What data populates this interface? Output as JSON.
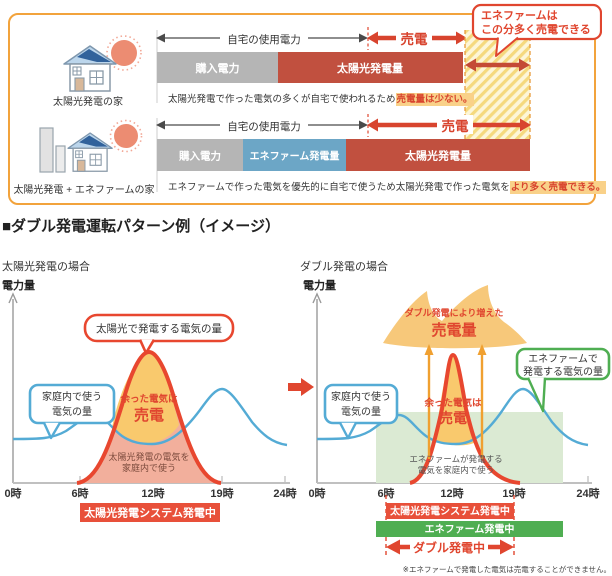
{
  "colors": {
    "panel_border": "#F2A33C",
    "accent_red": "#E0462F",
    "bar_gray": "#B5B5B5",
    "bar_red": "#C1503F",
    "bar_blue": "#6CA6C6",
    "blue_line": "#54ABD5",
    "green": "#4FAE52",
    "green_area": "#DBEAD3",
    "mountain_yellow": "#F9C96D",
    "mountain_pink": "#F2AF9C",
    "cloud_orange": "#F7C87A",
    "highlight_bg": "#F9D189",
    "status_bar_red": "#E8503A"
  },
  "top_panel": {
    "callout": {
      "line1": "エネファームは",
      "line2": "この分多く売電できる"
    },
    "rows": [
      {
        "house_label": "太陽光発電の家",
        "usage_label": "自宅の使用電力",
        "sell_label": "売電",
        "bars": [
          {
            "label": "購入電力"
          },
          {
            "label": "太陽光発電量"
          }
        ],
        "desc": "太陽光発電で作った電気の多くが自宅で使われるため",
        "desc_highlight": "売電量は少ない。"
      },
      {
        "house_label": "太陽光発電 + エネファームの家",
        "usage_label": "自宅の使用電力",
        "sell_label": "売電",
        "bars": [
          {
            "label": "購入電力"
          },
          {
            "label": "エネファーム発電量"
          },
          {
            "label": "太陽光発電量"
          }
        ],
        "desc": "エネファームで作った電気を優先的に自宅で使うため太陽光発電で作った電気を",
        "desc_highlight": "より多く売電できる。"
      }
    ]
  },
  "section": {
    "heading": "■ダブル発電運転パターン例（イメージ）"
  },
  "left_chart": {
    "subtitle": "太陽光発電の場合",
    "ylabel": "電力量",
    "ticks": [
      "0時",
      "6時",
      "12時",
      "19時",
      "24時"
    ],
    "callout_solar": "太陽光で発電する電気の量",
    "callout_home_1": "家庭内で使う",
    "callout_home_2": "電気の量",
    "surplus_1": "余った電気は",
    "surplus_2": "売電",
    "self_use_1": "太陽光発電の電気を",
    "self_use_2": "家庭内で使う",
    "bar_solar": "太陽光発電システム発電中"
  },
  "right_chart": {
    "subtitle": "ダブル発電の場合",
    "ylabel": "電力量",
    "ticks": [
      "0時",
      "6時",
      "12時",
      "19時",
      "24時"
    ],
    "cloud_1": "ダブル発電により増えた",
    "cloud_2": "売電量",
    "callout_home_1": "家庭内で使う",
    "callout_home_2": "電気の量",
    "callout_enefarm_1": "エネファームで",
    "callout_enefarm_2": "発電する電気の量",
    "surplus_1": "余った電気は",
    "surplus_2": "売電",
    "self_use_1": "エネファームが発電する",
    "self_use_2": "電気を家庭内で使う",
    "bar_solar": "太陽光発電システム発電中",
    "bar_enefarm": "エネファーム発電中",
    "double_label": "ダブル発電中",
    "footnote": "※エネファームで発電した電気は売電することができません。"
  },
  "chart_data": [
    {
      "type": "area",
      "title": "太陽光発電の場合",
      "ylabel": "電力量",
      "x_ticks": [
        "0時",
        "6時",
        "12時",
        "19時",
        "24時"
      ],
      "x_range_hours": [
        0,
        24
      ],
      "grid": false,
      "series": [
        {
          "name": "家庭内で使う電気の量",
          "type": "line",
          "color": "#54ABD5",
          "x": [
            0,
            3,
            6,
            8,
            9.5,
            11,
            13,
            15,
            17,
            18.5,
            20,
            22,
            24
          ],
          "y": [
            24,
            24,
            28,
            38,
            30,
            23,
            21,
            26,
            38,
            52,
            44,
            30,
            21
          ]
        },
        {
          "name": "太陽光で発電する電気の量（余った電気は売電）",
          "type": "area",
          "color": "#E8472F",
          "x": [
            5.7,
            7,
            9,
            10.5,
            12,
            13.5,
            15,
            17,
            18.5
          ],
          "y": [
            0,
            8,
            42,
            68,
            73,
            68,
            42,
            8,
            0
          ]
        }
      ],
      "annotations": [
        "余った電気は売電",
        "太陽光発電の電気を家庭内で使う"
      ],
      "status_bars": [
        {
          "label": "太陽光発電システム発電中",
          "from_hour": 6,
          "to_hour": 19,
          "color": "#E8503A"
        }
      ]
    },
    {
      "type": "area",
      "title": "ダブル発電の場合",
      "ylabel": "電力量",
      "x_ticks": [
        "0時",
        "6時",
        "12時",
        "19時",
        "24時"
      ],
      "x_range_hours": [
        0,
        24
      ],
      "grid": false,
      "series": [
        {
          "name": "家庭内で使う電気の量",
          "type": "line",
          "color": "#54ABD5",
          "x": [
            0,
            3,
            6,
            8,
            9.5,
            11,
            13,
            15,
            17,
            18.5,
            20,
            22,
            24
          ],
          "y": [
            24,
            24,
            28,
            38,
            30,
            23,
            21,
            26,
            38,
            52,
            44,
            30,
            21
          ]
        },
        {
          "name": "太陽光で発電する電気の量（余った電気は売電）",
          "type": "area",
          "color": "#E8472F",
          "x": [
            8,
            9,
            10.5,
            11.5,
            12,
            12.5,
            13.5,
            15,
            16.5
          ],
          "y": [
            0,
            20,
            55,
            70,
            73,
            70,
            55,
            20,
            0
          ]
        },
        {
          "name": "エネファームで発電する電気の量",
          "type": "area",
          "color": "#DBEAD3",
          "x": [
            5.2,
            21.6
          ],
          "y": [
            25,
            25
          ]
        }
      ],
      "annotations": [
        "ダブル発電により増えた売電量",
        "余った電気は売電",
        "エネファームが発電する電気を家庭内で使う"
      ],
      "status_bars": [
        {
          "label": "太陽光発電システム発電中",
          "from_hour": 6,
          "to_hour": 19,
          "color": "#E8503A"
        },
        {
          "label": "エネファーム発電中",
          "from_hour": 5.2,
          "to_hour": 21.6,
          "color": "#4FAE52"
        },
        {
          "label": "ダブル発電中",
          "from_hour": 6,
          "to_hour": 19,
          "color": "#E0462F"
        }
      ],
      "footnote": "※エネファームで発電した電気は売電することができません。"
    }
  ]
}
